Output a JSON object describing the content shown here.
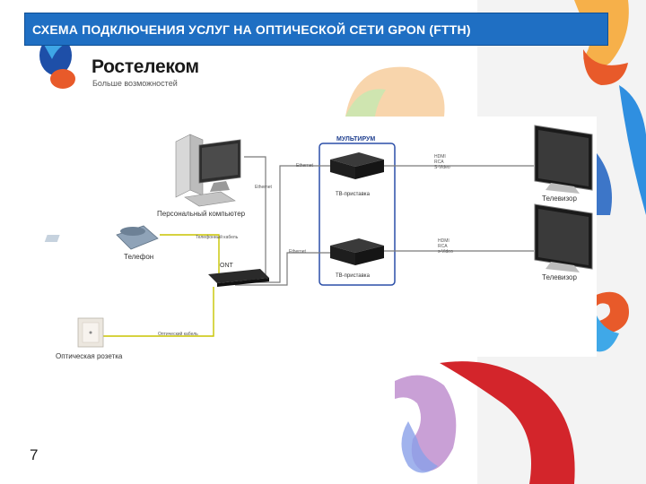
{
  "title": "СХЕМА ПОДКЛЮЧЕНИЯ УСЛУГ НА ОПТИЧЕСКОЙ СЕТИ GPON (FTTH)",
  "logo": {
    "name": "Ростелеком",
    "tagline": "Больше возможностей"
  },
  "page_number": "7",
  "diagram": {
    "multiroom_label": "МУЛЬТИРУМ",
    "devices": {
      "pc": "Персональный компьютер",
      "phone": "Телефон",
      "ont": "ONT",
      "socket": "Оптическая розетка",
      "stb1": "ТВ-приставка",
      "stb2": "ТВ-приставка",
      "tv1": "Телевизор",
      "tv2": "Телевизор"
    },
    "cables": {
      "ethernet_pc": "Ethernet",
      "ethernet_stb1": "Ethernet",
      "ethernet_stb2": "Ethernet",
      "phone_cable": "Телефонный кабель",
      "optical_cable": "Оптический кабель"
    },
    "tv_ports_1": [
      "HDMI",
      "RCA",
      "S-Video"
    ],
    "tv_ports_2": [
      "HDMI",
      "RCA",
      "s-Video"
    ]
  },
  "colors": {
    "title_bar": "#1f6fc3",
    "cable_ethernet": "#7a7a7a",
    "cable_phone": "#c8c400",
    "multiroom_border": "#2c4fa8"
  }
}
